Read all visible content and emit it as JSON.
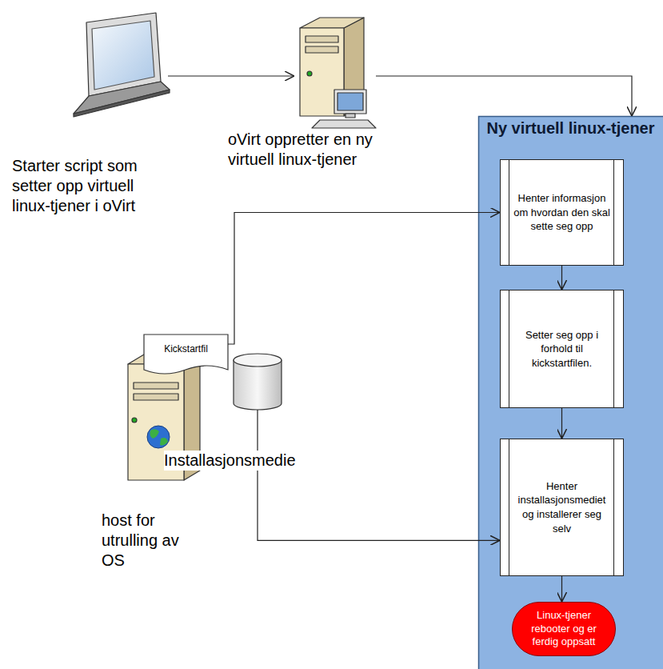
{
  "diagram": {
    "nodes": [
      {
        "text": [
          "Starter script som setter opp virtuell linux-tjener i oVirt"
        ]
      },
      {
        "text": [
          "oVirt oppretter en ny virtuell linux-tjener"
        ]
      },
      {
        "text": [
          "Ny virtuell linux-tjener"
        ]
      },
      {
        "text": [
          "Henter informasjon om hvordan den skal sette seg opp"
        ],
        "in": 2
      },
      {
        "text": [
          "Setter seg opp i forhold til kickstartfilen."
        ],
        "in": 2
      },
      {
        "text": [
          "Henter installasjonsmediet og installerer seg selv"
        ],
        "in": 2
      },
      {
        "text": [
          "Linux-tjener rebooter og er ferdig oppsatt"
        ],
        "in": 2
      },
      {
        "text": [
          "Kickstartfil"
        ]
      },
      {
        "text": [
          "host for utrulling av OS"
        ]
      },
      {
        "text": [
          "Installasjonsmedie"
        ]
      }
    ],
    "edges": [
      {
        "from": 0,
        "to": 1,
        "arrow": "to"
      },
      {
        "from": 1,
        "to": 2,
        "arrow": "to"
      },
      {
        "from": 7,
        "to": 3,
        "arrow": "to"
      },
      {
        "from": 3,
        "to": 4,
        "arrow": "to"
      },
      {
        "from": 4,
        "to": 5,
        "arrow": "to"
      },
      {
        "from": 9,
        "to": 5,
        "arrow": "to"
      },
      {
        "from": 5,
        "to": 6,
        "arrow": "to"
      }
    ]
  }
}
